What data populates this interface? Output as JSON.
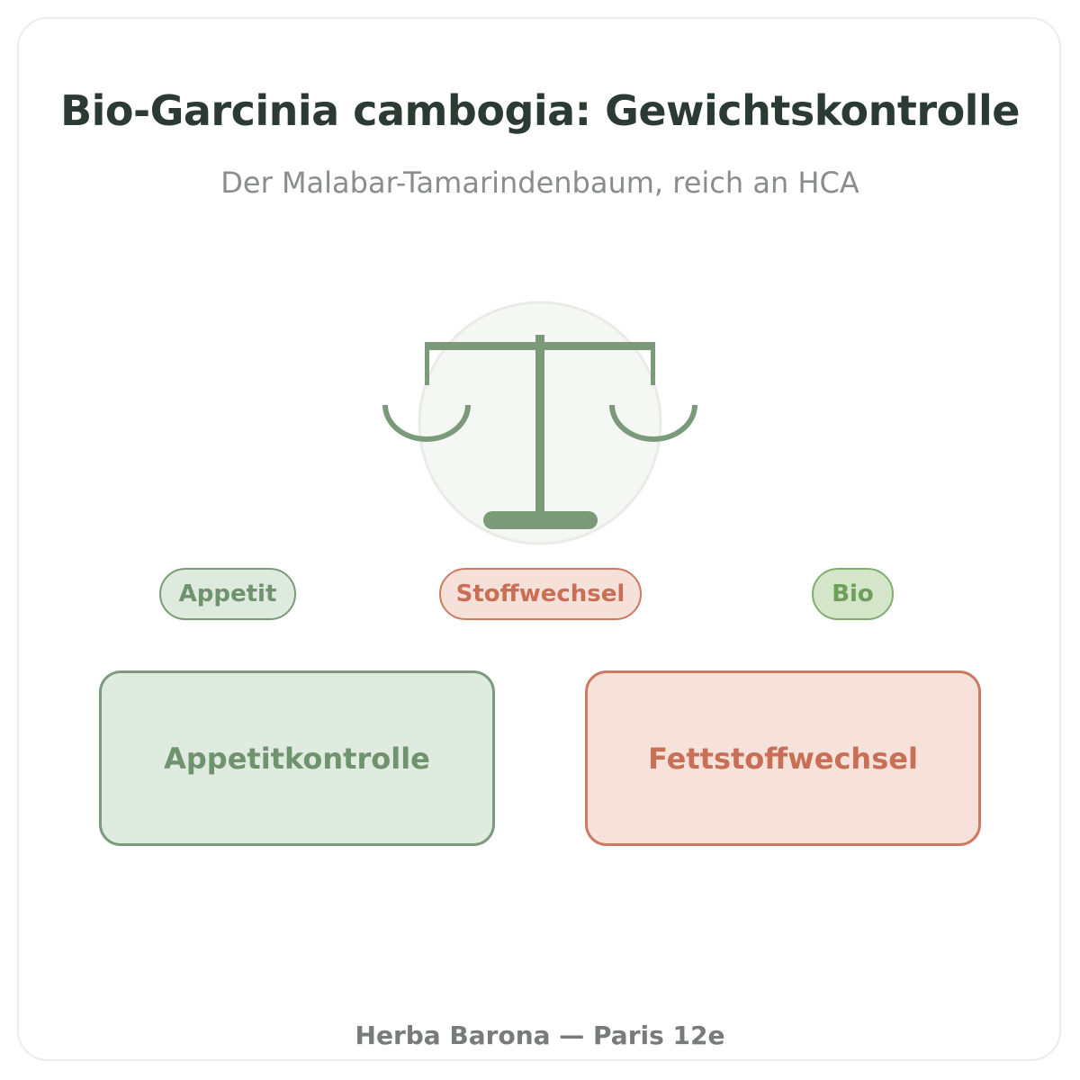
{
  "title": "Bio-Garcinia cambogia: Gewichtskontrolle",
  "subtitle": "Der Malabar-Tamarindenbaum, reich an HCA",
  "icon": "balance-scale-icon",
  "tags": [
    {
      "label": "Appetit"
    },
    {
      "label": "Stoffwechsel"
    },
    {
      "label": "Bio"
    }
  ],
  "boxes": [
    {
      "label": "Appetitkontrolle"
    },
    {
      "label": "Fettstoffwechsel"
    }
  ],
  "footer": "Herba Barona — Paris 12e",
  "colors": {
    "green": "#7a9a7a",
    "green_light": "#dfeade",
    "terracotta": "#cc7a62",
    "terracotta_light": "#f6e1da",
    "bio_green": "#7fae6a",
    "bio_light": "#d4e5c9",
    "title": "#2b3a33",
    "subtitle": "#8a8d8b"
  }
}
